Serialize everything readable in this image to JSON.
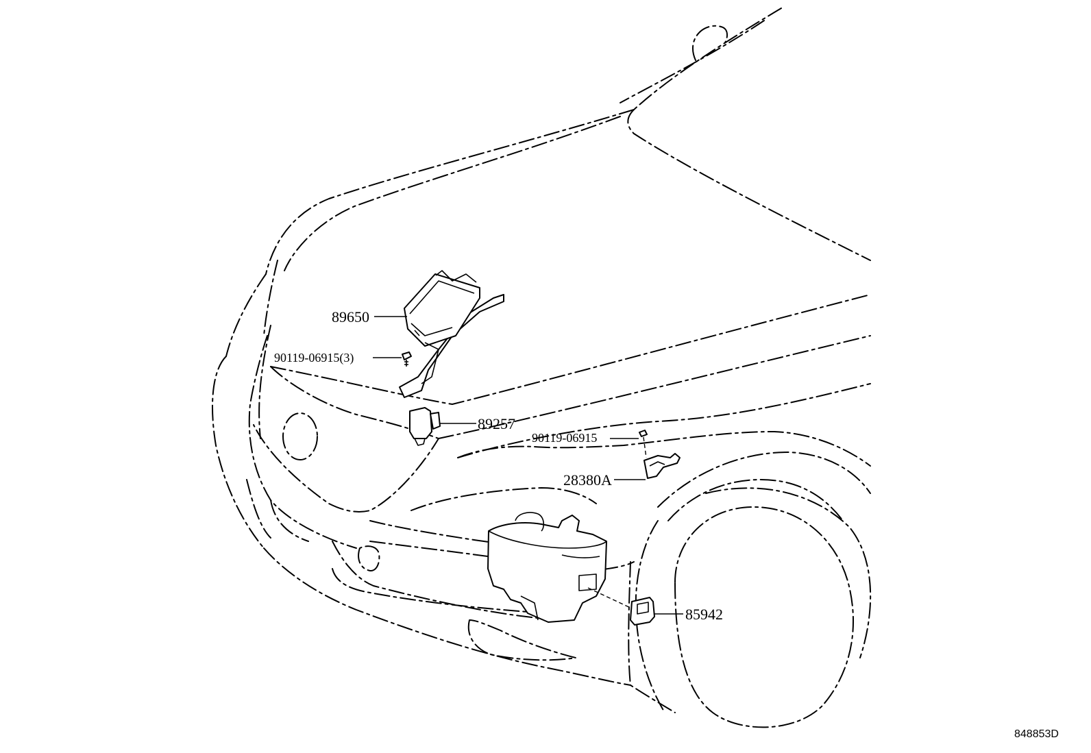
{
  "callouts": {
    "ecu": "89650",
    "bolt_3": "90119-06915(3)",
    "sensor": "89257",
    "bolt_1": "90119-06915",
    "bracket": "28380A",
    "connector": "85942"
  },
  "figure_id": "848853D"
}
